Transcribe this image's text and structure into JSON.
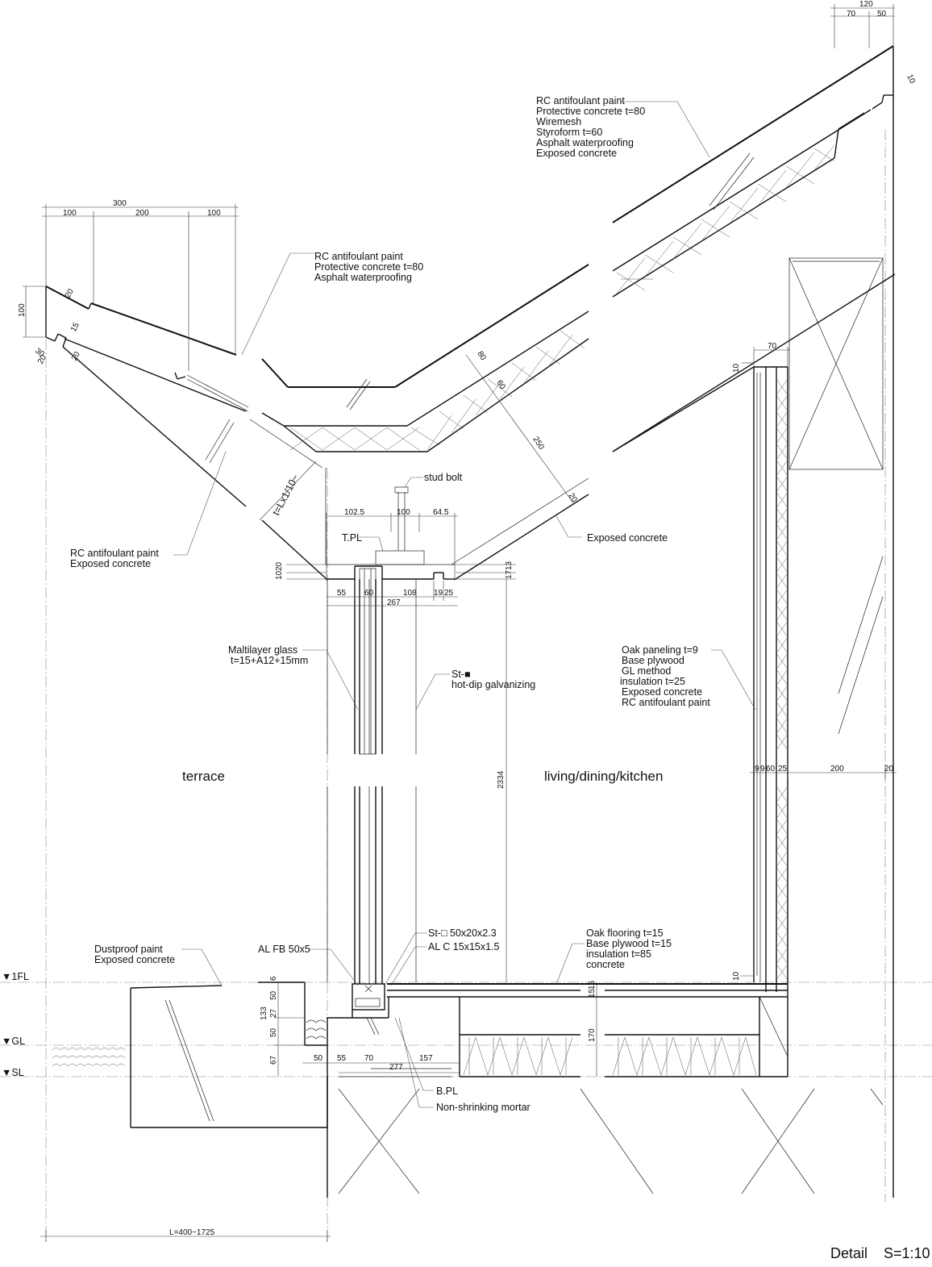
{
  "title": "Detail",
  "scale": "S=1:10",
  "rooms": {
    "terrace": "terrace",
    "living": "living/dining/kitchen"
  },
  "levels": {
    "fl": "▼1FL",
    "gl": "▼GL",
    "sl": "▼SL"
  },
  "notes": {
    "roof_top": [
      "RC antifoulant paint",
      "Protective concrete t=80",
      "Wiremesh",
      "Styroform t=60",
      "Asphalt waterproofing",
      "Exposed concrete"
    ],
    "roof_valley": [
      "RC antifoulant paint",
      "Protective concrete t=80",
      "Asphalt waterproofing"
    ],
    "soffit_left": [
      "RC antifoulant paint",
      "Exposed concrete"
    ],
    "soffit_right": "Exposed concrete",
    "stud_bolt": "stud bolt",
    "tpl": "T.PL",
    "glass": [
      "Maltilayer glass",
      "t=15+A12+15mm"
    ],
    "steel_col": [
      "St-■",
      "hot-dip galvanizing"
    ],
    "wall": [
      "Oak paneling t=9",
      "Base plywood",
      "GL method",
      "insulation t=25",
      "Exposed concrete",
      "RC antifoulant paint"
    ],
    "sill_st": "St-□ 50x20x2.3",
    "sill_alc": "AL C 15x15x1.5",
    "sill_alfb": "AL FB 50x5",
    "floor": [
      "Oak flooring t=15",
      "Base plywood t=15",
      "insulation t=85",
      "concrete"
    ],
    "dustproof": [
      "Dustproof paint",
      "Exposed concrete"
    ],
    "bpl": "B.PL",
    "mortar": "Non-shrinking mortar",
    "thickness": "t=Lx1/10~",
    "length": "L=400~1725"
  },
  "dims": {
    "top_right": [
      "120",
      "70",
      "50"
    ],
    "ridge_gap": "10",
    "left_top": [
      "300",
      "100",
      "200",
      "100"
    ],
    "left_edge": [
      "100",
      "20",
      "15",
      "30",
      "20",
      "20"
    ],
    "valley": [
      "80",
      "60",
      "250",
      "20"
    ],
    "beam_top": [
      "102.5",
      "100",
      "64.5"
    ],
    "beam_left": [
      "20",
      "10"
    ],
    "beam_right": [
      "13",
      "17"
    ],
    "beam_bottom": [
      "55",
      "60",
      "108",
      "19",
      "25"
    ],
    "beam_total": "267",
    "height": "2334",
    "wall_top": [
      "70",
      "10"
    ],
    "wall_layers": [
      "9",
      "9",
      "60",
      "25",
      "200",
      "20"
    ],
    "floor_v": [
      "15",
      "15"
    ],
    "floor_10": "10",
    "slab": "170",
    "sill_v": [
      "6",
      "50",
      "133",
      "27",
      "50",
      "67"
    ],
    "sill_h": [
      "50",
      "55",
      "70",
      "157"
    ],
    "sill_total": "277"
  }
}
